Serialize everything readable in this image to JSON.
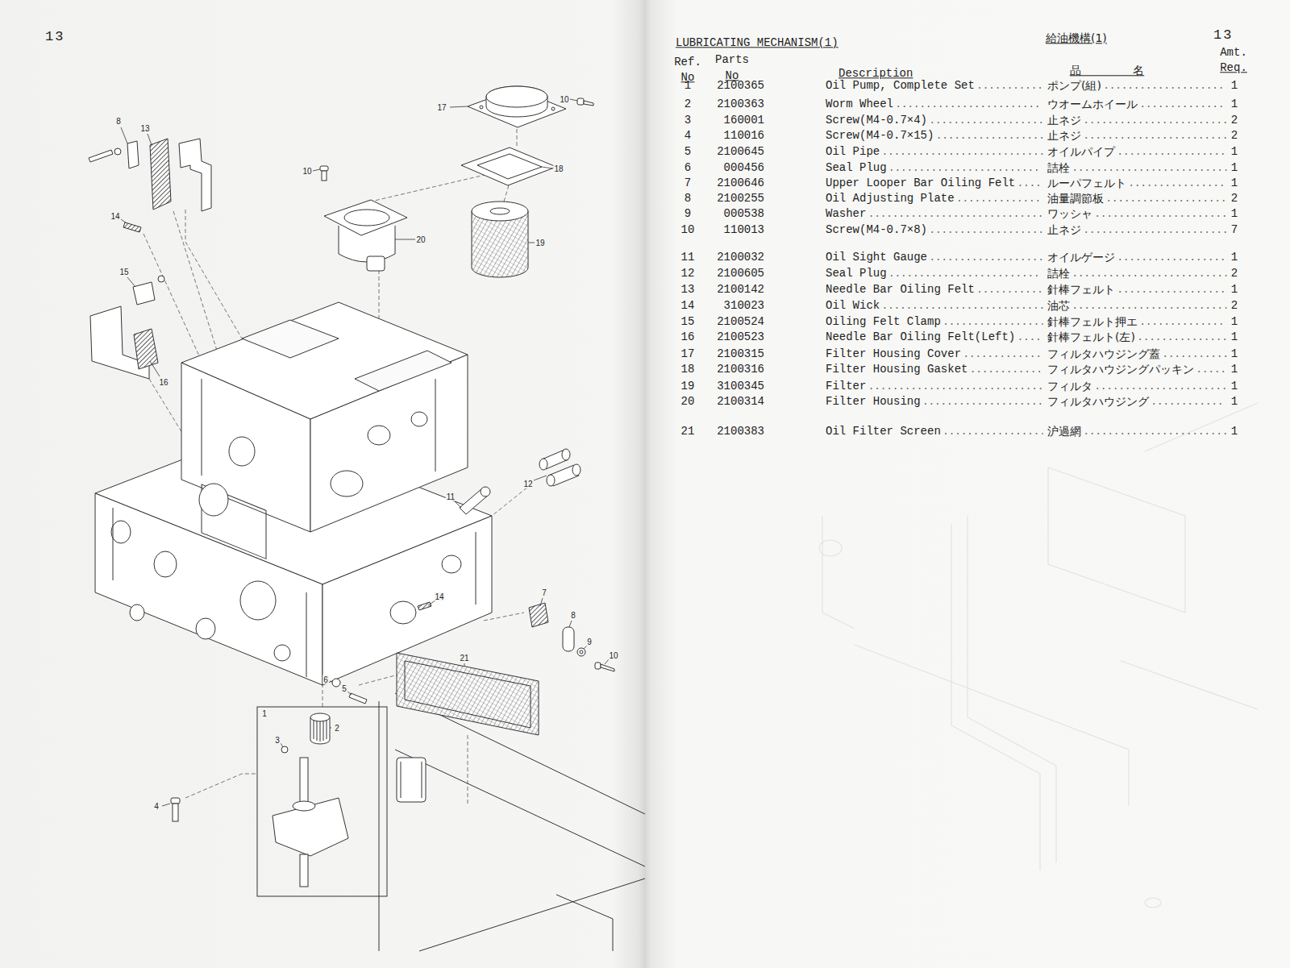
{
  "diagram": {
    "title": "LUBRICATING MECHANISM(1)",
    "labels": [
      "13",
      "給油機構(1)",
      "13",
      "Amt.",
      "Req.",
      "Ref.",
      "No",
      "Parts",
      "No",
      "Description",
      "品 名",
      "1",
      "2100365",
      "Oil Pump, Complete Set",
      "ポンプ(組)",
      "1",
      "2",
      "2100363",
      "Worm Wheel",
      "ウオームホイール",
      "1",
      "3",
      "160001",
      "Screw(M4-0.7×4)",
      "止ネジ",
      "2",
      "4",
      "110016",
      "Screw(M4-0.7×15)",
      "止ネジ",
      "2",
      "5",
      "2100645",
      "Oil Pipe",
      "オイルパイプ",
      "1",
      "6",
      "000456",
      "Seal Plug",
      "詰栓",
      "1",
      "7",
      "2100646",
      "Upper Looper Bar Oiling Felt",
      "ルーパフェルト",
      "1",
      "8",
      "2100255",
      "Oil Adjusting Plate",
      "油量調節板",
      "2",
      "9",
      "000538",
      "Washer",
      "ワッシャ",
      "1",
      "10",
      "110013",
      "Screw(M4-0.7×8)",
      "止ネジ",
      "7",
      "11",
      "2100032",
      "Oil Sight Gauge",
      "オイルゲージ",
      "1",
      "12",
      "2100605",
      "Seal Plug",
      "詰栓",
      "2",
      "13",
      "2100142",
      "Needle Bar Oiling Felt",
      "針棒フェルト",
      "1",
      "14",
      "310023",
      "Oil Wick",
      "油芯",
      "2",
      "15",
      "2100524",
      "Oiling Felt Clamp",
      "針棒フェルト押エ",
      "1",
      "16",
      "2100523",
      "Needle Bar Oiling Felt(Left)",
      "針棒フェルト(左)",
      "1",
      "17",
      "2100315",
      "Filter Housing Cover",
      "フィルタハウジング蓋",
      "1",
      "18",
      "2100316",
      "Filter Housing Gasket",
      "フィルタハウジングパッキン",
      "1",
      "19",
      "3100345",
      "Filter",
      "フィルタ",
      "1",
      "20",
      "2100314",
      "Filter Housing",
      "フィルタハウジング",
      "1",
      "21",
      "2100383",
      "Oil Filter Screen",
      "沪過網",
      "1",
      "17",
      "10",
      "8",
      "13",
      "18",
      "10",
      "20",
      "19",
      "14",
      "15",
      "16",
      "12",
      "11",
      "14",
      "7",
      "8",
      "9",
      "10",
      "6",
      "5",
      "21",
      "1",
      "2",
      "3",
      "4"
    ]
  }
}
